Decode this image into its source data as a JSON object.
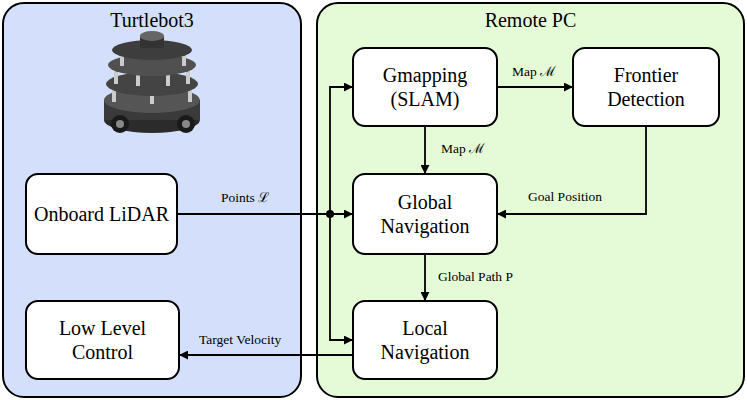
{
  "diagram": {
    "nodes": [
      {
        "text": [
          "Turtlebot3"
        ]
      },
      {
        "text": [
          "Remote PC"
        ]
      },
      {
        "text": [
          "Onboard LiDAR"
        ],
        "in": 0
      },
      {
        "text": [
          "Low Level Control"
        ],
        "in": 0
      },
      {
        "text": [
          "Gmapping (SLAM)"
        ],
        "in": 1
      },
      {
        "text": [
          "Frontier Detection"
        ],
        "in": 1
      },
      {
        "text": [
          "Global Navigation"
        ],
        "in": 1
      },
      {
        "text": [
          "Local Navigation"
        ],
        "in": 1
      }
    ],
    "edges": [
      {
        "from": 2,
        "to": 4,
        "arrow": "to"
      },
      {
        "from": 2,
        "to": 6,
        "label": "Points ℒ",
        "arrow": "to"
      },
      {
        "from": 2,
        "to": 7,
        "arrow": "to"
      },
      {
        "from": 4,
        "to": 5,
        "label": "Map ℳ",
        "arrow": "to"
      },
      {
        "from": 4,
        "to": 6,
        "label": "Map ℳ",
        "arrow": "to"
      },
      {
        "from": 5,
        "to": 6,
        "label": "Goal Position",
        "arrow": "to"
      },
      {
        "from": 6,
        "to": 7,
        "label": "Global Path P",
        "arrow": "to"
      },
      {
        "from": 7,
        "to": 3,
        "label": "Target Velocity",
        "arrow": "to"
      }
    ]
  }
}
